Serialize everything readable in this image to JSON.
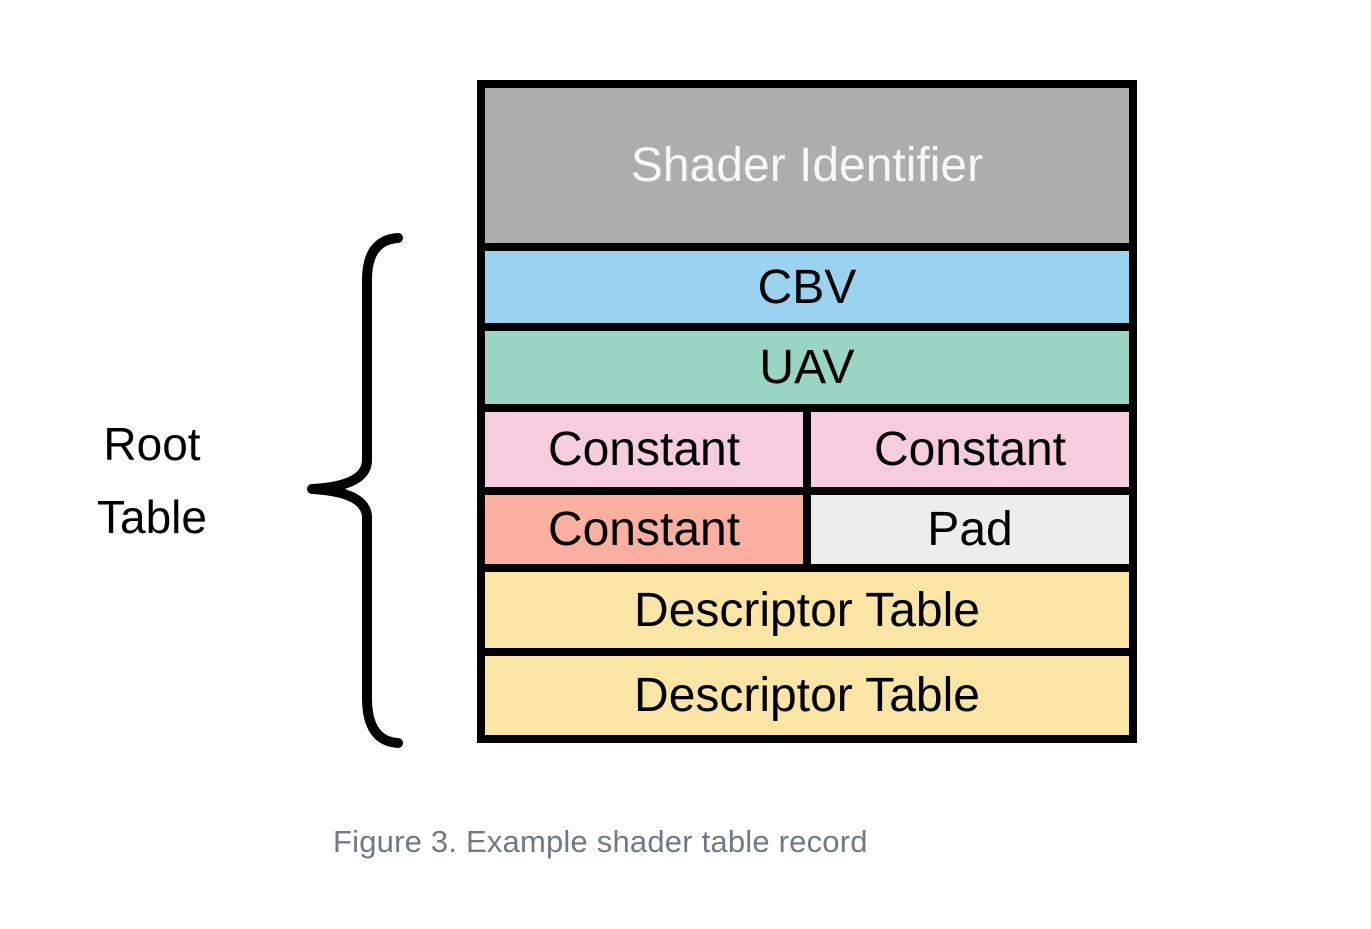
{
  "diagram": {
    "brace_label": "Root Table",
    "header": {
      "label": "Shader Identifier",
      "bg": "#adadad",
      "text_color": "#f7f7f7"
    },
    "rows": [
      {
        "type": "full",
        "label": "CBV",
        "bg": "#9ad2f0"
      },
      {
        "type": "full",
        "label": "UAV",
        "bg": "#99d5c4"
      },
      {
        "type": "split",
        "cells": [
          {
            "label": "Constant",
            "bg": "#f6cce0"
          },
          {
            "label": "Constant",
            "bg": "#f6cce0"
          }
        ]
      },
      {
        "type": "split",
        "cells": [
          {
            "label": "Constant",
            "bg": "#faafa0"
          },
          {
            "label": "Pad",
            "bg": "#ededed"
          }
        ]
      },
      {
        "type": "full",
        "label": "Descriptor Table",
        "bg": "#fae5a4"
      },
      {
        "type": "full",
        "label": "Descriptor Table",
        "bg": "#fae5a4"
      }
    ]
  },
  "caption": "Figure 3. Example shader table record",
  "colors": {
    "border": "#000000",
    "page_background": "#ffffff",
    "caption_text": "#6e7b87",
    "annotation_text": "#000000"
  }
}
